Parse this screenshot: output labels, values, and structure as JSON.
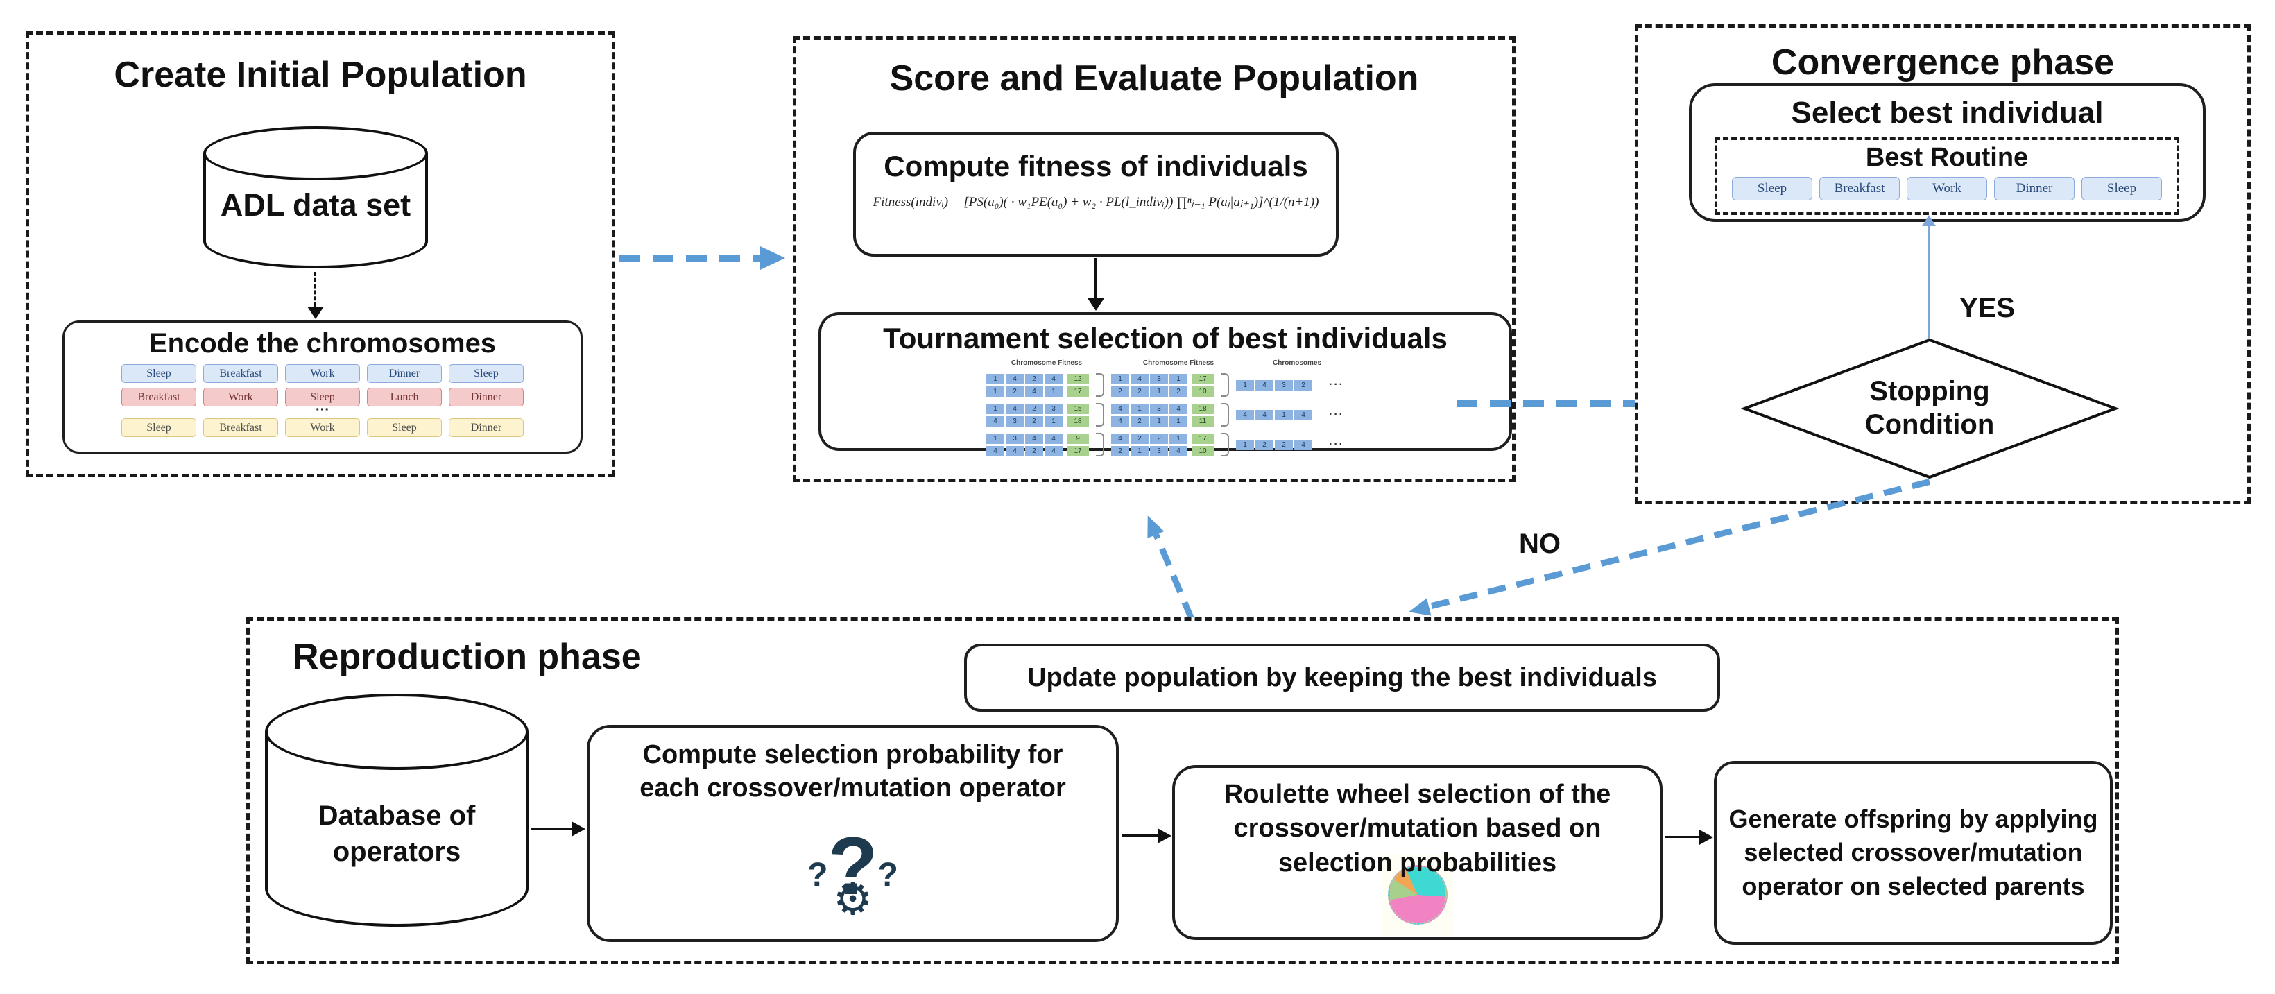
{
  "colors": {
    "arrow_blue": "#5b9bd5",
    "yes_line_blue": "#7da7d8",
    "chip_blue_bg": "#dae8f8",
    "chip_blue_border": "#8faadc",
    "chip_red_bg": "#f5caca",
    "chip_red_border": "#d88080",
    "chip_yellow_bg": "#fdf3cf",
    "chip_yellow_border": "#d9c87e",
    "cell_blue": "#8db3e2",
    "cell_green": "#a9d18e",
    "icon_dark": "#1e3a4e",
    "pie_cyan": "#3fd9d4",
    "pie_pink": "#f283c2",
    "pie_green": "#a8d08d",
    "pie_orange": "#f2a654"
  },
  "create_phase": {
    "title": "Create Initial Population",
    "dataset_label": "ADL data set",
    "encode_title": "Encode the chromosomes",
    "dots": "···",
    "encode_rows": [
      {
        "style": "blue",
        "chips": [
          "Sleep",
          "Breakfast",
          "Work",
          "Dinner",
          "Sleep"
        ]
      },
      {
        "style": "red",
        "chips": [
          "Breakfast",
          "Work",
          "Sleep",
          "Lunch",
          "Dinner"
        ]
      },
      {
        "style": "yellow",
        "chips": [
          "Sleep",
          "Breakfast",
          "Work",
          "Sleep",
          "Dinner"
        ]
      }
    ]
  },
  "score_phase": {
    "title": "Score and Evaluate Population",
    "compute_title": "Compute fitness of individuals",
    "formula": "Fitness(indivᵢ) =  [PS(a₀)( · w₁PE(a₀) + w₂ · PL(l_indivᵢ)) ∏ⁿⱼ₌₁ P(aⱼ|aⱼ₊₁)]^(1/(n+1))",
    "tournament_title": "Tournament selection of best individuals",
    "tournament": {
      "headers": [
        "Chromosome  Fitness",
        "Chromosome  Fitness",
        "Chromosomes"
      ],
      "dots": "···",
      "groups": [
        {
          "left": [
            {
              "cells": [
                1,
                4,
                2,
                4
              ],
              "fit": "12"
            },
            {
              "cells": [
                1,
                2,
                4,
                1
              ],
              "fit": "17"
            }
          ],
          "mid": [
            {
              "cells": [
                1,
                4,
                3,
                1
              ],
              "fit": "17"
            },
            {
              "cells": [
                2,
                2,
                1,
                2
              ],
              "fit": "10"
            }
          ],
          "winner": [
            1,
            4,
            3,
            2
          ]
        },
        {
          "left": [
            {
              "cells": [
                1,
                4,
                2,
                3
              ],
              "fit": "15"
            },
            {
              "cells": [
                4,
                3,
                2,
                1
              ],
              "fit": "18"
            }
          ],
          "mid": [
            {
              "cells": [
                4,
                1,
                3,
                4
              ],
              "fit": "18"
            },
            {
              "cells": [
                4,
                2,
                1,
                1
              ],
              "fit": "11"
            }
          ],
          "winner": [
            4,
            4,
            1,
            4
          ]
        },
        {
          "left": [
            {
              "cells": [
                1,
                3,
                4,
                4
              ],
              "fit": "9"
            },
            {
              "cells": [
                4,
                4,
                2,
                4
              ],
              "fit": "17"
            }
          ],
          "mid": [
            {
              "cells": [
                4,
                2,
                2,
                1
              ],
              "fit": "17"
            },
            {
              "cells": [
                2,
                1,
                3,
                4
              ],
              "fit": "10"
            }
          ],
          "winner": [
            1,
            2,
            2,
            4
          ]
        }
      ]
    }
  },
  "convergence_phase": {
    "title": "Convergence phase",
    "select_title": "Select best individual",
    "best_routine_title": "Best Routine",
    "best_routine_chips": [
      "Sleep",
      "Breakfast",
      "Work",
      "Dinner",
      "Sleep"
    ],
    "yes_label": "YES",
    "no_label": "NO",
    "stopping_line1": "Stopping",
    "stopping_line2": "Condition"
  },
  "reproduction_phase": {
    "title": "Reproduction phase",
    "update_label": "Update population by keeping the best individuals",
    "database_line1": "Database of",
    "database_line2": "operators",
    "compute_label1": "Compute selection probability for",
    "compute_label2": "each crossover/mutation operator",
    "roulette_label1": "Roulette wheel selection of the",
    "roulette_label2": "crossover/mutation based on",
    "roulette_label3": "selection probabilities",
    "generate_label1": "Generate offspring by applying",
    "generate_label2": "selected crossover/mutation",
    "generate_label3": "operator on selected parents",
    "icons": {
      "big_question": "?",
      "small_question": "?",
      "gear": "⚙"
    }
  }
}
